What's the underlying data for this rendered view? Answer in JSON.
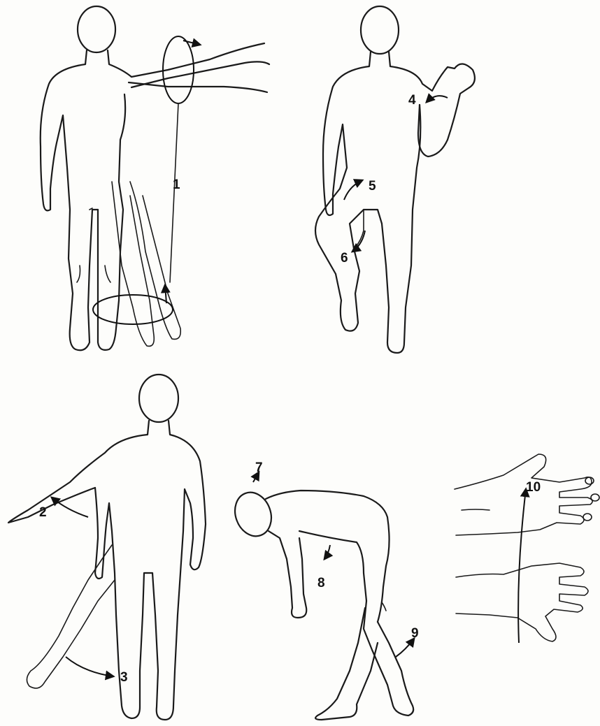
{
  "diagram": {
    "labels": [
      "1",
      "2",
      "3",
      "4",
      "5",
      "6",
      "7",
      "8",
      "9",
      "10"
    ],
    "ink_color": "#1a1a1a",
    "paper_color": "#fdfdfb"
  }
}
